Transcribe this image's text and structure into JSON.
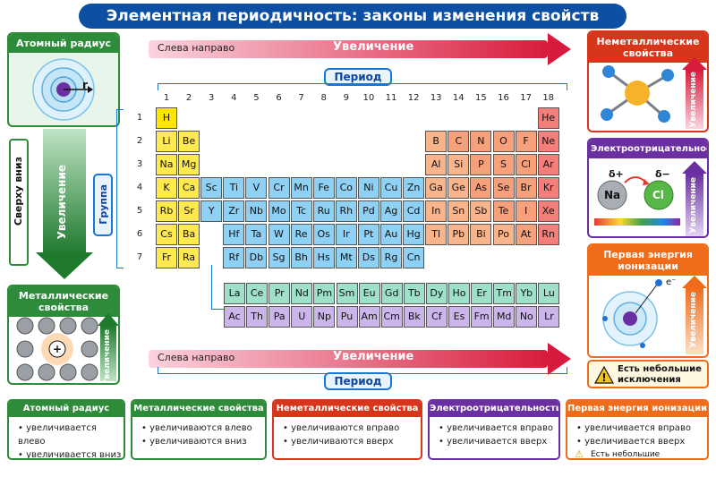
{
  "title": "Элементная периодичность: законы изменения свойств",
  "atomic_radius_panel": {
    "title": "Атомный радиус",
    "radius_label": "r"
  },
  "left_arrow": {
    "from_label": "Сверху вниз",
    "increase_label": "Увеличение"
  },
  "metallic_panel": {
    "title": "Металлические свойства",
    "increase_label": "Увеличение"
  },
  "top_arrow": {
    "left_label": "Слева направо",
    "center_label": "Увеличение"
  },
  "bottom_arrow": {
    "left_label": "Слева направо",
    "center_label": "Увеличение"
  },
  "period_label_top": "Период",
  "period_label_bottom": "Период",
  "group_label": "Группа",
  "group_numbers": [
    "1",
    "2",
    "3",
    "4",
    "5",
    "6",
    "7",
    "8",
    "9",
    "10",
    "11",
    "12",
    "13",
    "14",
    "15",
    "16",
    "17",
    "18"
  ],
  "period_numbers": [
    "1",
    "2",
    "3",
    "4",
    "5",
    "6",
    "7"
  ],
  "elements": [
    {
      "s": "H",
      "c": "c-h",
      "col": 1,
      "row": 1
    },
    {
      "s": "He",
      "c": "c-ng",
      "col": 18,
      "row": 1
    },
    {
      "s": "Li",
      "c": "c-s",
      "col": 1,
      "row": 2
    },
    {
      "s": "Be",
      "c": "c-s",
      "col": 2,
      "row": 2
    },
    {
      "s": "B",
      "c": "c-p",
      "col": 13,
      "row": 2
    },
    {
      "s": "C",
      "c": "c-pn",
      "col": 14,
      "row": 2
    },
    {
      "s": "N",
      "c": "c-pn",
      "col": 15,
      "row": 2
    },
    {
      "s": "O",
      "c": "c-pn",
      "col": 16,
      "row": 2
    },
    {
      "s": "F",
      "c": "c-pn",
      "col": 17,
      "row": 2
    },
    {
      "s": "Ne",
      "c": "c-ng",
      "col": 18,
      "row": 2
    },
    {
      "s": "Na",
      "c": "c-s",
      "col": 1,
      "row": 3
    },
    {
      "s": "Mg",
      "c": "c-s",
      "col": 2,
      "row": 3
    },
    {
      "s": "Al",
      "c": "c-p",
      "col": 13,
      "row": 3
    },
    {
      "s": "Si",
      "c": "c-p",
      "col": 14,
      "row": 3
    },
    {
      "s": "P",
      "c": "c-pn",
      "col": 15,
      "row": 3
    },
    {
      "s": "S",
      "c": "c-pn",
      "col": 16,
      "row": 3
    },
    {
      "s": "Cl",
      "c": "c-pn",
      "col": 17,
      "row": 3
    },
    {
      "s": "Ar",
      "c": "c-ng",
      "col": 18,
      "row": 3
    },
    {
      "s": "K",
      "c": "c-s",
      "col": 1,
      "row": 4
    },
    {
      "s": "Ca",
      "c": "c-s",
      "col": 2,
      "row": 4
    },
    {
      "s": "Sc",
      "c": "c-d",
      "col": 3,
      "row": 4
    },
    {
      "s": "Ti",
      "c": "c-d",
      "col": 4,
      "row": 4
    },
    {
      "s": "V",
      "c": "c-d",
      "col": 5,
      "row": 4
    },
    {
      "s": "Cr",
      "c": "c-d",
      "col": 6,
      "row": 4
    },
    {
      "s": "Mn",
      "c": "c-d",
      "col": 7,
      "row": 4
    },
    {
      "s": "Fe",
      "c": "c-d",
      "col": 8,
      "row": 4
    },
    {
      "s": "Co",
      "c": "c-d",
      "col": 9,
      "row": 4
    },
    {
      "s": "Ni",
      "c": "c-d",
      "col": 10,
      "row": 4
    },
    {
      "s": "Cu",
      "c": "c-d",
      "col": 11,
      "row": 4
    },
    {
      "s": "Zn",
      "c": "c-d",
      "col": 12,
      "row": 4
    },
    {
      "s": "Ga",
      "c": "c-p",
      "col": 13,
      "row": 4
    },
    {
      "s": "Ge",
      "c": "c-p",
      "col": 14,
      "row": 4
    },
    {
      "s": "As",
      "c": "c-pn",
      "col": 15,
      "row": 4
    },
    {
      "s": "Se",
      "c": "c-pn",
      "col": 16,
      "row": 4
    },
    {
      "s": "Br",
      "c": "c-pn",
      "col": 17,
      "row": 4
    },
    {
      "s": "Kr",
      "c": "c-ng",
      "col": 18,
      "row": 4
    },
    {
      "s": "Rb",
      "c": "c-s",
      "col": 1,
      "row": 5
    },
    {
      "s": "Sr",
      "c": "c-s",
      "col": 2,
      "row": 5
    },
    {
      "s": "Y",
      "c": "c-d",
      "col": 3,
      "row": 5
    },
    {
      "s": "Zr",
      "c": "c-d",
      "col": 4,
      "row": 5
    },
    {
      "s": "Nb",
      "c": "c-d",
      "col": 5,
      "row": 5
    },
    {
      "s": "Mo",
      "c": "c-d",
      "col": 6,
      "row": 5
    },
    {
      "s": "Tc",
      "c": "c-d",
      "col": 7,
      "row": 5
    },
    {
      "s": "Ru",
      "c": "c-d",
      "col": 8,
      "row": 5
    },
    {
      "s": "Rh",
      "c": "c-d",
      "col": 9,
      "row": 5
    },
    {
      "s": "Pd",
      "c": "c-d",
      "col": 10,
      "row": 5
    },
    {
      "s": "Ag",
      "c": "c-d",
      "col": 11,
      "row": 5
    },
    {
      "s": "Cd",
      "c": "c-d",
      "col": 12,
      "row": 5
    },
    {
      "s": "In",
      "c": "c-p",
      "col": 13,
      "row": 5
    },
    {
      "s": "Sn",
      "c": "c-p",
      "col": 14,
      "row": 5
    },
    {
      "s": "Sb",
      "c": "c-p",
      "col": 15,
      "row": 5
    },
    {
      "s": "Te",
      "c": "c-pn",
      "col": 16,
      "row": 5
    },
    {
      "s": "I",
      "c": "c-pn",
      "col": 17,
      "row": 5
    },
    {
      "s": "Xe",
      "c": "c-ng",
      "col": 18,
      "row": 5
    },
    {
      "s": "Cs",
      "c": "c-s",
      "col": 1,
      "row": 6
    },
    {
      "s": "Ba",
      "c": "c-s",
      "col": 2,
      "row": 6
    },
    {
      "s": "Hf",
      "c": "c-d",
      "col": 4,
      "row": 6
    },
    {
      "s": "Ta",
      "c": "c-d",
      "col": 5,
      "row": 6
    },
    {
      "s": "W",
      "c": "c-d",
      "col": 6,
      "row": 6
    },
    {
      "s": "Re",
      "c": "c-d",
      "col": 7,
      "row": 6
    },
    {
      "s": "Os",
      "c": "c-d",
      "col": 8,
      "row": 6
    },
    {
      "s": "Ir",
      "c": "c-d",
      "col": 9,
      "row": 6
    },
    {
      "s": "Pt",
      "c": "c-d",
      "col": 10,
      "row": 6
    },
    {
      "s": "Au",
      "c": "c-d",
      "col": 11,
      "row": 6
    },
    {
      "s": "Hg",
      "c": "c-d",
      "col": 12,
      "row": 6
    },
    {
      "s": "Tl",
      "c": "c-p",
      "col": 13,
      "row": 6
    },
    {
      "s": "Pb",
      "c": "c-p",
      "col": 14,
      "row": 6
    },
    {
      "s": "Bi",
      "c": "c-p",
      "col": 15,
      "row": 6
    },
    {
      "s": "Po",
      "c": "c-p",
      "col": 16,
      "row": 6
    },
    {
      "s": "At",
      "c": "c-pn",
      "col": 17,
      "row": 6
    },
    {
      "s": "Rn",
      "c": "c-ng",
      "col": 18,
      "row": 6
    },
    {
      "s": "Fr",
      "c": "c-s",
      "col": 1,
      "row": 7
    },
    {
      "s": "Ra",
      "c": "c-s",
      "col": 2,
      "row": 7
    },
    {
      "s": "Rf",
      "c": "c-d",
      "col": 4,
      "row": 7
    },
    {
      "s": "Db",
      "c": "c-d",
      "col": 5,
      "row": 7
    },
    {
      "s": "Sg",
      "c": "c-d",
      "col": 6,
      "row": 7
    },
    {
      "s": "Bh",
      "c": "c-d",
      "col": 7,
      "row": 7
    },
    {
      "s": "Hs",
      "c": "c-d",
      "col": 8,
      "row": 7
    },
    {
      "s": "Mt",
      "c": "c-d",
      "col": 9,
      "row": 7
    },
    {
      "s": "Ds",
      "c": "c-d",
      "col": 10,
      "row": 7
    },
    {
      "s": "Rg",
      "c": "c-d",
      "col": 11,
      "row": 7
    },
    {
      "s": "Cn",
      "c": "c-d",
      "col": 12,
      "row": 7
    }
  ],
  "lanthanides": [
    "La",
    "Ce",
    "Pr",
    "Nd",
    "Pm",
    "Sm",
    "Eu",
    "Gd",
    "Tb",
    "Dy",
    "Ho",
    "Er",
    "Tm",
    "Yb",
    "Lu"
  ],
  "actinides": [
    "Ac",
    "Th",
    "Pa",
    "U",
    "Np",
    "Pu",
    "Am",
    "Cm",
    "Bk",
    "Cf",
    "Es",
    "Fm",
    "Md",
    "No",
    "Lr"
  ],
  "nonmetallic_panel": {
    "title": "Неметаллические свойства",
    "increase_label": "Увеличение"
  },
  "electronegativity_panel": {
    "title": "Электроотрицательность",
    "na": "Na",
    "cl": "Cl",
    "delta_plus": "δ+",
    "delta_minus": "δ−",
    "increase_label": "Увеличение"
  },
  "ionization_panel": {
    "title": "Первая энергия ионизации",
    "electron": "e⁻",
    "increase_label": "Увеличение"
  },
  "exceptions_badge": "Есть небольшие исключения",
  "summary": [
    {
      "title": "Атомный радиус",
      "color": "#2e8b3a",
      "lines": [
        "• увеличивается влево",
        "• увеличивается вниз"
      ]
    },
    {
      "title": "Металлические свойства",
      "color": "#2e8b3a",
      "lines": [
        "• увеличиваются влево",
        "• увеличиваются вниз"
      ]
    },
    {
      "title": "Неметаллические свойства",
      "color": "#d8361b",
      "lines": [
        "• увеличиваются вправо",
        "• увеличиваются вверх"
      ]
    },
    {
      "title": "Электроотрицательность",
      "color": "#6a2fa0",
      "lines": [
        "• увеличивается вправо",
        "• увеличивается вверх"
      ]
    },
    {
      "title": "Первая энергия ионизации",
      "color": "#ef6c1a",
      "lines": [
        "• увеличивается вправо",
        "• увеличивается вверх"
      ],
      "note": "Есть небольшие исключения"
    }
  ]
}
